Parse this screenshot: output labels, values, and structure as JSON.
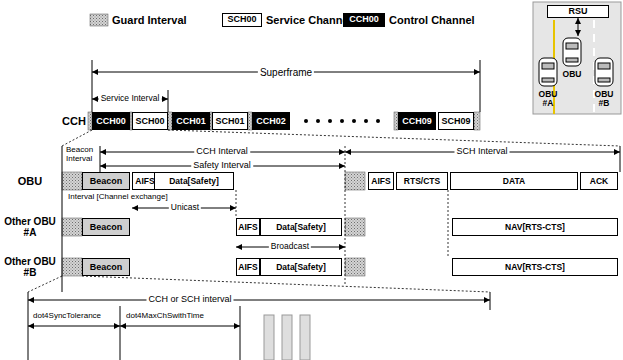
{
  "diagram": {
    "nodes": [
      {
        "text": [
          "CCH00"
        ]
      },
      {
        "text": [
          "SCH00"
        ]
      },
      {
        "text": [
          "CCH01"
        ]
      },
      {
        "text": [
          "SCH01"
        ]
      },
      {
        "text": [
          "CCH02"
        ]
      },
      {
        "text": [
          "CCH09"
        ]
      },
      {
        "text": [
          "SCH09"
        ]
      },
      {
        "text": [
          "RSU"
        ]
      },
      {
        "text": [
          "OBU"
        ]
      },
      {
        "text": [
          "Beacon"
        ]
      },
      {
        "text": [
          "AIFS"
        ]
      },
      {
        "text": [
          "Data[Safety]"
        ]
      },
      {
        "text": [
          "AIFS"
        ]
      },
      {
        "text": [
          "RTS/CTS"
        ]
      },
      {
        "text": [
          "DATA"
        ]
      },
      {
        "text": [
          "ACK"
        ]
      },
      {
        "text": [
          "Beacon"
        ]
      },
      {
        "text": [
          "AIFS"
        ]
      },
      {
        "text": [
          "Data[Safety]"
        ]
      },
      {
        "text": [
          "NAV[RTS-CTS]"
        ]
      },
      {
        "text": [
          "Beacon"
        ]
      },
      {
        "text": [
          "AIFS"
        ]
      },
      {
        "text": [
          "Data[Safety]"
        ]
      },
      {
        "text": [
          "NAV[RTS-CTS]"
        ]
      }
    ],
    "edges": [
      {
        "from": 7,
        "to": 8,
        "arrow": "both"
      }
    ],
    "labels": [
      "SCH00",
      "CCH00",
      "Superframe",
      "Service Interval",
      "CCH",
      "CCH Interval",
      "SCH Interval",
      "Beacon Interval",
      "Safety Interval",
      "OBU",
      "Interval [Channel exchange]",
      "Unicast",
      "Other OBU #A",
      "Broadcast",
      "Other OBU #B",
      "CCH or SCH interval",
      "dot4SyncTolerance",
      "dot4MaxChSwithTime",
      "OBU #A",
      "OBU #B"
    ],
    "legend": [
      {
        "text": "Guard Interval"
      },
      {
        "text": "Service Channel",
        "color": "#ffffff"
      },
      {
        "text": "Control Channel",
        "color": "#000000"
      }
    ]
  }
}
